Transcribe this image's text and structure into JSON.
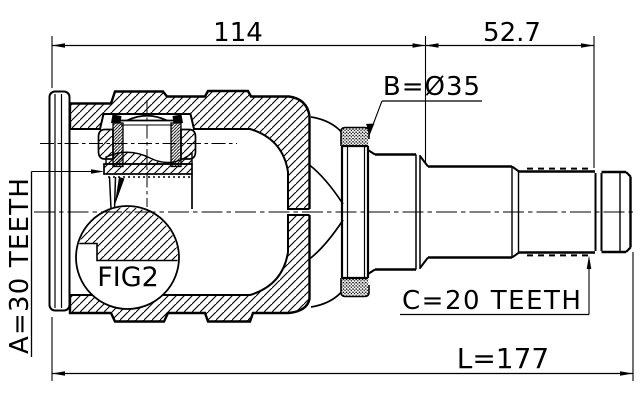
{
  "drawing": {
    "title": "cv-joint-cross-section",
    "dims": {
      "width_left": "114",
      "width_right": "52.7",
      "overall_length": "L=177"
    },
    "labels": {
      "spline_b": "B=Ø35",
      "spline_a": "A=30 TEETH",
      "spline_c": "C=20 TEETH",
      "detail_callout": "FIG2"
    },
    "colors": {
      "ink": "#000000",
      "paper": "#ffffff"
    }
  }
}
